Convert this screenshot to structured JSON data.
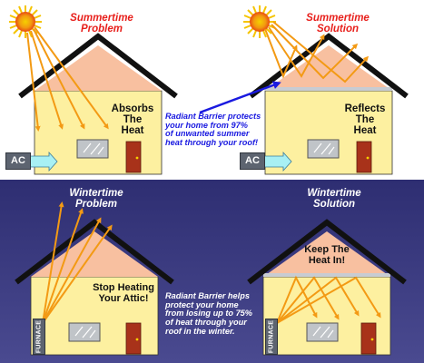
{
  "panels": {
    "summer_problem": {
      "title": "Summertime\nProblem",
      "house_text": "Absorbs\nThe\nHeat",
      "ac_label": "AC"
    },
    "summer_solution": {
      "title": "Summertime\nSolution",
      "house_text": "Reflects\nThe\nHeat",
      "ac_label": "AC"
    },
    "summer_caption": "Radiant Barrier protects\nyour home from 97%\nof unwanted summer\nheat through your roof!",
    "winter_problem": {
      "title": "Wintertime\nProblem",
      "house_text": "Stop Heating\nYour Attic!",
      "furnace_label": "FURNACE"
    },
    "winter_solution": {
      "title": "Wintertime\nSolution",
      "roof_text": "Keep The\nHeat In!",
      "furnace_label": "FURNACE"
    },
    "winter_caption": "Radiant Barrier helps\nprotect your home\nfrom losing up to 75%\nof heat through your\nroof in the winter."
  },
  "colors": {
    "sun": "#f5c400",
    "sun_core": "#e84a10",
    "wall": "#fdf0a0",
    "attic": "#f8c0a0",
    "roof": "#111111",
    "heat_arrow": "#f39a14",
    "ac_air": "#a8f0f4",
    "door": "#a8321a",
    "window": "#c0c4c8",
    "night_bg": "#3a3a7e",
    "blue_arrow": "#1a1ae0"
  }
}
